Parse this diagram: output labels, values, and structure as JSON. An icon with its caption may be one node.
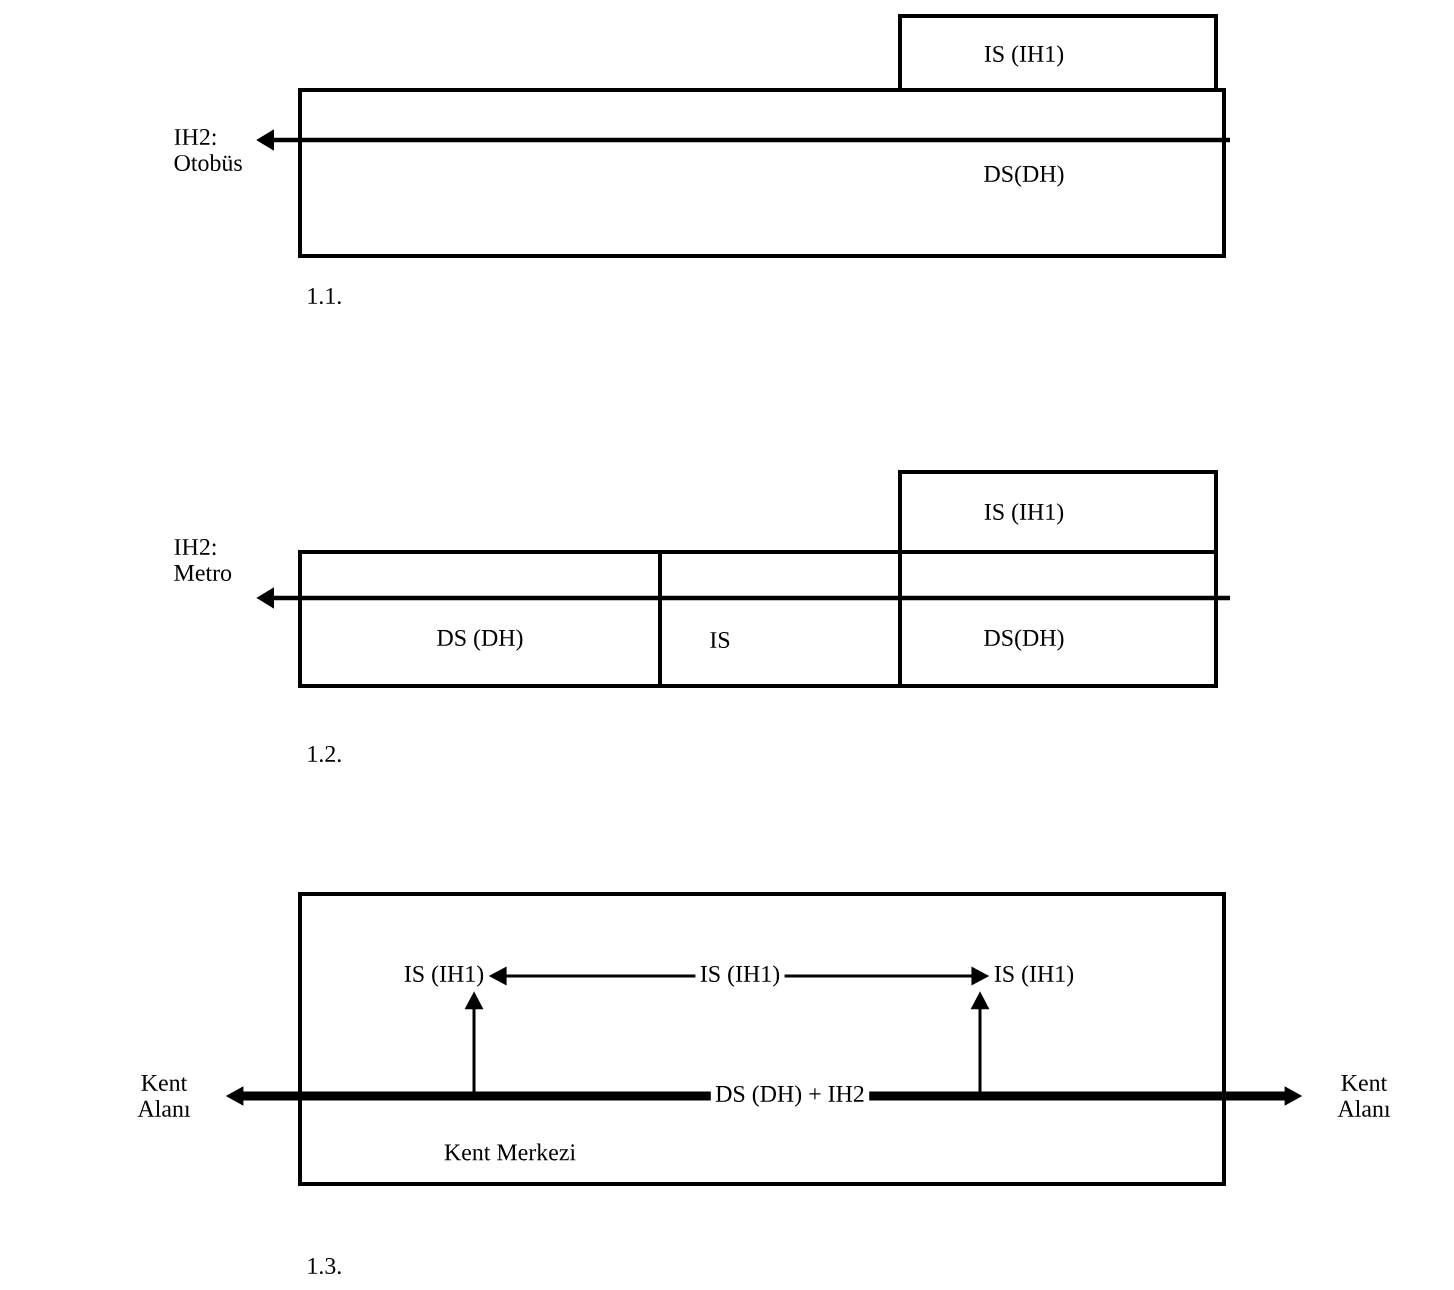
{
  "diagram": {
    "nodes": [
      {
        "text": [
          "IS (IH1)"
        ]
      },
      {
        "text": [
          "DS(DH)"
        ]
      },
      {
        "text": [
          "IS (IH1)"
        ]
      },
      {
        "text": [
          "DS (DH)"
        ]
      },
      {
        "text": [
          "IS"
        ]
      },
      {
        "text": [
          "DS(DH)"
        ]
      },
      {
        "text": [
          "Kent Merkezi"
        ]
      },
      {
        "text": [
          "IS (IH1)"
        ],
        "in": 6
      },
      {
        "text": [
          "IS (IH1)"
        ],
        "in": 6
      },
      {
        "text": [
          "IS (IH1)"
        ],
        "in": 6
      },
      {
        "text": [
          "Kent Alanı"
        ]
      },
      {
        "text": [
          "DS (DH) + IH2"
        ],
        "in": 6
      },
      {
        "text": [
          "Kent Alanı"
        ]
      }
    ],
    "edges": [
      {
        "from": 8,
        "to": 7,
        "arrow": "to"
      },
      {
        "from": 8,
        "to": 9,
        "arrow": "to"
      },
      {
        "from": 11,
        "to": 10,
        "arrow": "to",
        "style": "thick"
      },
      {
        "from": 11,
        "to": 12,
        "arrow": "to",
        "style": "thick"
      },
      {
        "from": 11,
        "to": 7,
        "arrow": "to"
      },
      {
        "from": 11,
        "to": 9,
        "arrow": "to"
      }
    ],
    "labels": [
      "IH2: Otobüs",
      "1.1.",
      "IH2: Metro",
      "1.2.",
      "1.3."
    ]
  }
}
